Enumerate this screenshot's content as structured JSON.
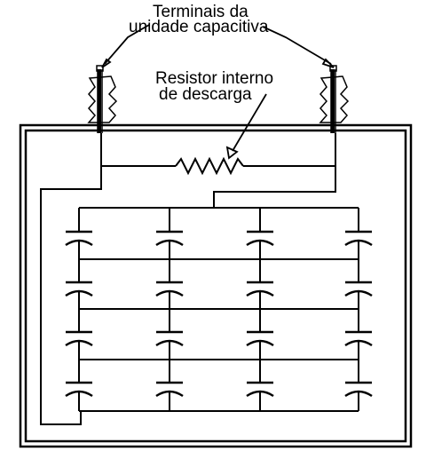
{
  "labels": {
    "terminals_line1": "Terminais da",
    "terminals_line2": "unidade capacitiva",
    "resistor_line1": "Resistor interno",
    "resistor_line2": "de descarga"
  },
  "components": {
    "bushings": [
      "bushing-left",
      "bushing-right"
    ],
    "capacitor_grid": {
      "rows": 4,
      "columns": 4
    }
  },
  "colors": {
    "ink": "#000000",
    "background": "#ffffff"
  }
}
